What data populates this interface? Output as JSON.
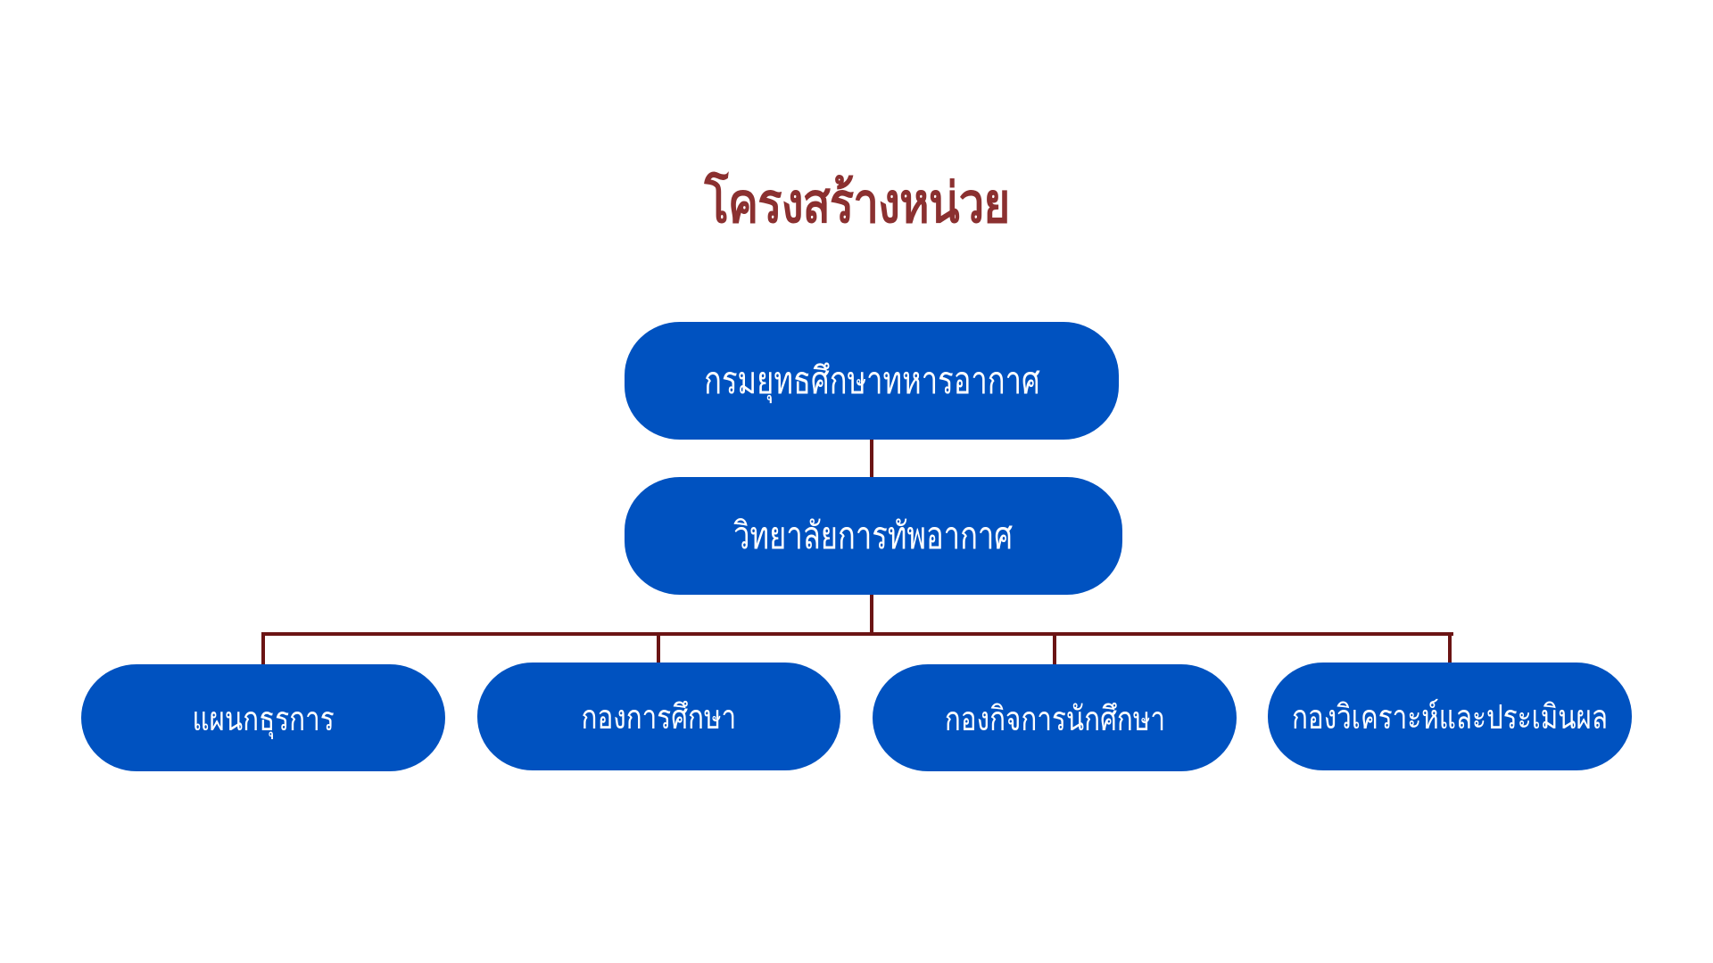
{
  "title": "โครงสร้างหน่วย",
  "colors": {
    "title": "#8b3030",
    "node_fill": "#0052c0",
    "node_text": "#ffffff",
    "connector": "#6b1414",
    "background": "#ffffff"
  },
  "org": {
    "root": {
      "label": "กรมยุทธศึกษาทหารอากาศ"
    },
    "level1": {
      "label": "วิทยาลัยการทัพอากาศ"
    },
    "children": [
      {
        "label": "แผนกธุรการ"
      },
      {
        "label": "กองการศึกษา"
      },
      {
        "label": "กองกิจการนักศึกษา"
      },
      {
        "label": "กองวิเคราะห์และประเมินผล"
      }
    ]
  }
}
